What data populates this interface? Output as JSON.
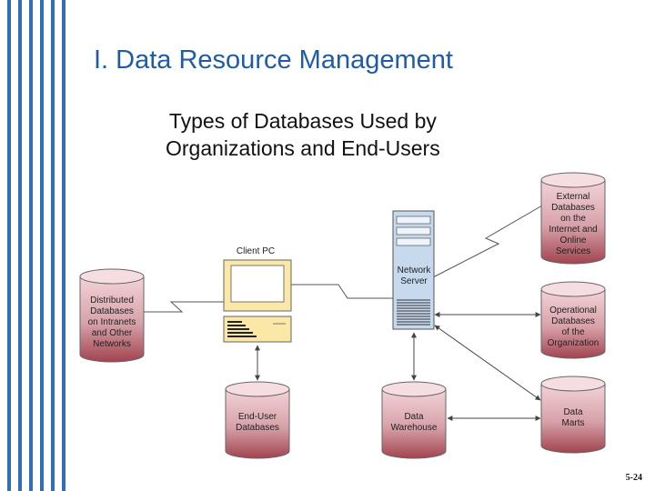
{
  "slide": {
    "title": "I. Data Resource Management",
    "subtitle_line1": "Types of Databases Used by",
    "subtitle_line2": "Organizations and End-Users",
    "page_number": "5-24"
  },
  "diagram": {
    "client_pc_label": "Client PC",
    "network_server": [
      "Network",
      "Server"
    ],
    "distributed": [
      "Distributed",
      "Databases",
      "on Intranets",
      "and Other",
      "Networks"
    ],
    "end_user": [
      "End-User",
      "Databases"
    ],
    "data_warehouse": [
      "Data",
      "Warehouse"
    ],
    "external": [
      "External",
      "Databases",
      "on the",
      "Internet and",
      "Online",
      "Services"
    ],
    "operational": [
      "Operational",
      "Databases",
      "of the",
      "Organization"
    ],
    "data_marts": [
      "Data",
      "Marts"
    ]
  },
  "colors": {
    "stripe": "#2e6fb7",
    "title": "#1f5ca8",
    "cylinder_top": "#f2d3d8",
    "cylinder_bottom": "#a1444f",
    "server": "#c7d9ec",
    "screen": "#ffffff",
    "pc": "#fbe8a6"
  }
}
